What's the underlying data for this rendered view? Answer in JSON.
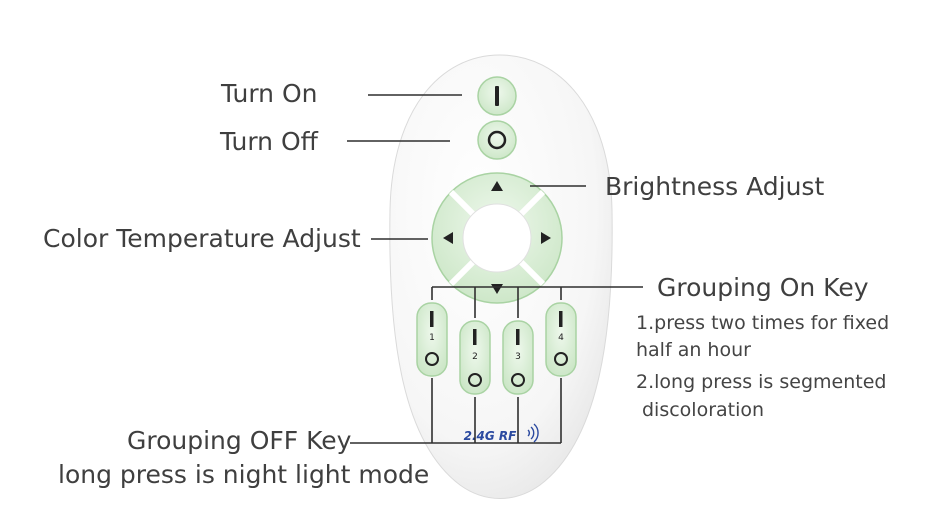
{
  "labels": {
    "turn_on": "Turn On",
    "turn_off": "Turn Off",
    "brightness": "Brightness Adjust",
    "color_temp": "Color Temperature Adjust",
    "group_on": "Grouping On Key",
    "group_on_note1a": "1.press two times for fixed",
    "group_on_note1b": "half an hour",
    "group_on_note2a": "2.long press is segmented",
    "group_on_note2b": "discoloration",
    "group_off": "Grouping OFF Key",
    "group_off_note": "long press is night light mode"
  },
  "remote": {
    "brand": "2.4G RF",
    "groups": [
      "1",
      "2",
      "3",
      "4"
    ]
  },
  "colors": {
    "button_green": "#dcefd8",
    "button_rim": "#9fd09a",
    "line": "#2f2f2f"
  }
}
